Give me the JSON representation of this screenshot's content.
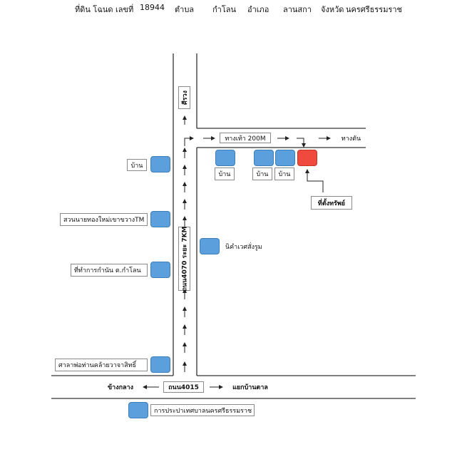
{
  "header": {
    "plot_label": "ที่ดิน โฉนด เลขที่",
    "deed_number": "18944",
    "subdistrict_label": "ตำบล",
    "subdistrict": "กำโลน",
    "district_label": "อำเภอ",
    "district": "ลานสกา",
    "province_label": "จังหวัด",
    "province": "นครศรีธรรมราช"
  },
  "roads": {
    "main_road": "ถนน4070 ระยะ 7KM",
    "bottom_road": "ถนน4015",
    "left_destination": "ข้างกลาง",
    "right_destination": "แยกบ้านตาล",
    "north_destination": "ศีรวง",
    "walkway": "ทางเท้า 200M",
    "dead_end": "ทางตัน"
  },
  "landmarks": {
    "house_left": "บ้าน",
    "orchard": "สวนนายทองใหม่เขาขวางTM",
    "kamnan_office": "ที่ทำการกำนัน ต.กำโลน",
    "pavilion": "ศาลาพ่อท่านคล้ายวาจาสิทธิ์",
    "nikhom": "นิคำเวศสั่งรูม",
    "house_1": "บ้าน",
    "house_2": "บ้าน",
    "house_3": "บ้าน",
    "property": "ที่ตั้งทรัพย์"
  },
  "legend": {
    "label": "การประปาเทศบาลนครศรีธรรมราช"
  },
  "colors": {
    "landmark_blue": "#5b9fdc",
    "property_red": "#f04a3e",
    "road_line": "#333333"
  }
}
